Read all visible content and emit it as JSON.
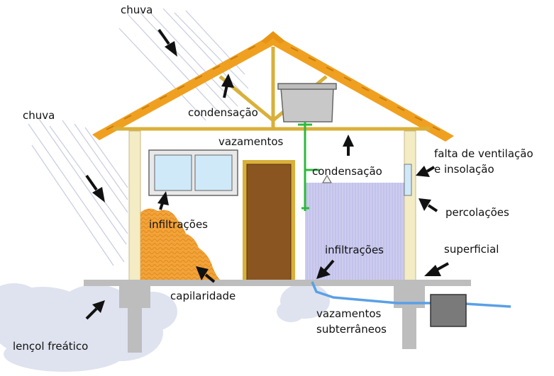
{
  "labels": {
    "chuva_top": "chuva",
    "chuva_left": "chuva",
    "condensacao_roof": "condensação",
    "vazamentos": "vazamentos",
    "condensacao_ceiling": "condensação",
    "falta_line1": "falta de ventilação",
    "falta_line2": "e insolação",
    "percolacoes": "percolações",
    "infiltracoes_left": "infiltrações",
    "infiltracoes_right": "infiltrações",
    "superficial": "superficial",
    "capilaridade": "capilaridade",
    "lencol_freatico": "lençol freático",
    "vazamentos_sub_line1": "vazamentos",
    "vazamentos_sub_line2": "subterrâneos"
  },
  "colors": {
    "roof": "#f0a020",
    "beam": "#d9b03a",
    "wall_post": "#f3ecc4",
    "window_frame": "#e8e8e8",
    "glass": "#cfe9f9",
    "door": "#8a5520",
    "floor_slab": "#bdbdbd",
    "damp_left": "#f2a33a",
    "damp_right": "#c9c7ef",
    "pipe_green": "#2db83d",
    "pipe_blue": "#5aa0e6",
    "ground_cloud": "#dfe3ef",
    "rain": "#c8cbe0",
    "box": "#7a7a7a",
    "arrow": "#111111"
  }
}
